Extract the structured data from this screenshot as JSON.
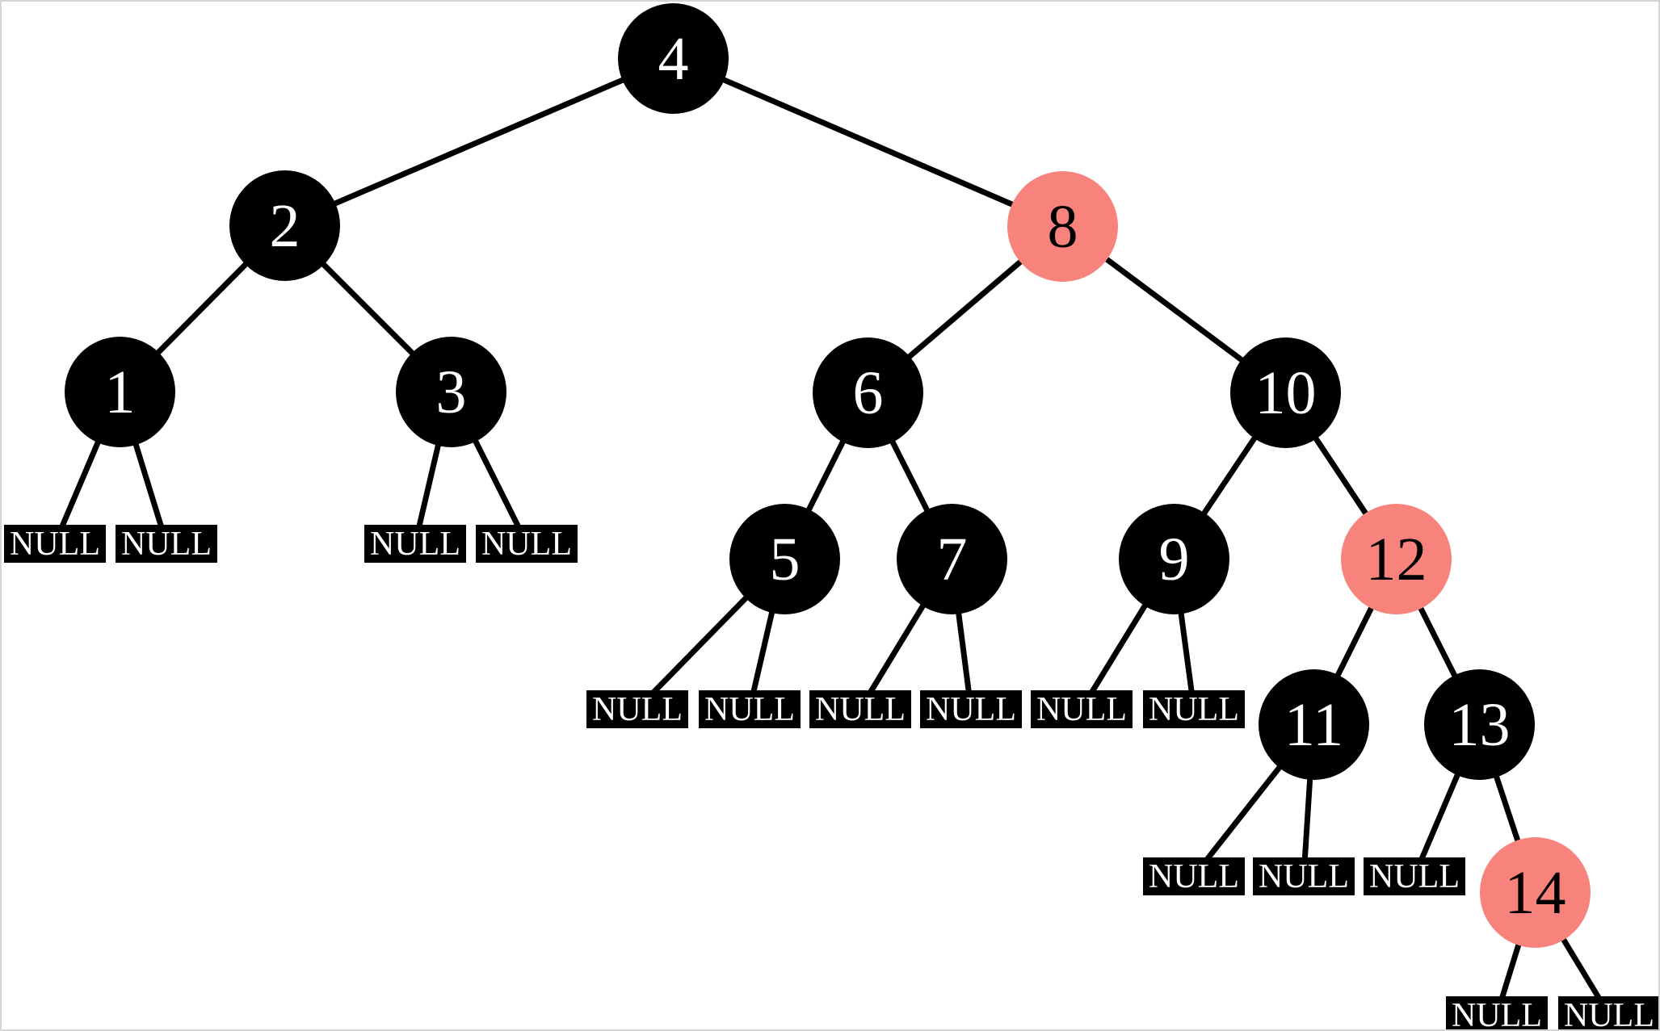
{
  "diagram_type": "red-black-tree",
  "null_label": "NULL",
  "colors": {
    "black_node_fill": "#000000",
    "red_node_fill": "#f8837d",
    "edge_stroke": "#000000",
    "text_on_black": "#ffffff",
    "text_on_red": "#000000",
    "frame_border": "#d4d4d4",
    "background": "#ffffff"
  },
  "nodes": {
    "n1": {
      "label": "1",
      "color": "black"
    },
    "n2": {
      "label": "2",
      "color": "black"
    },
    "n3": {
      "label": "3",
      "color": "black"
    },
    "n4": {
      "label": "4",
      "color": "black"
    },
    "n5": {
      "label": "5",
      "color": "black"
    },
    "n6": {
      "label": "6",
      "color": "black"
    },
    "n7": {
      "label": "7",
      "color": "black"
    },
    "n8": {
      "label": "8",
      "color": "red"
    },
    "n9": {
      "label": "9",
      "color": "black"
    },
    "n10": {
      "label": "10",
      "color": "black"
    },
    "n11": {
      "label": "11",
      "color": "black"
    },
    "n12": {
      "label": "12",
      "color": "red"
    },
    "n13": {
      "label": "13",
      "color": "black"
    },
    "n14": {
      "label": "14",
      "color": "red"
    }
  },
  "structure": {
    "root": "4",
    "edges": [
      [
        "4",
        "2"
      ],
      [
        "4",
        "8"
      ],
      [
        "2",
        "1"
      ],
      [
        "2",
        "3"
      ],
      [
        "8",
        "6"
      ],
      [
        "8",
        "10"
      ],
      [
        "6",
        "5"
      ],
      [
        "6",
        "7"
      ],
      [
        "10",
        "9"
      ],
      [
        "10",
        "12"
      ],
      [
        "12",
        "11"
      ],
      [
        "12",
        "13"
      ],
      [
        "13",
        "14"
      ]
    ],
    "null_children": {
      "1": [
        "left",
        "right"
      ],
      "3": [
        "left",
        "right"
      ],
      "5": [
        "left",
        "right"
      ],
      "7": [
        "left",
        "right"
      ],
      "9": [
        "left",
        "right"
      ],
      "11": [
        "left",
        "right"
      ],
      "13": [
        "left"
      ],
      "14": [
        "left",
        "right"
      ]
    }
  }
}
